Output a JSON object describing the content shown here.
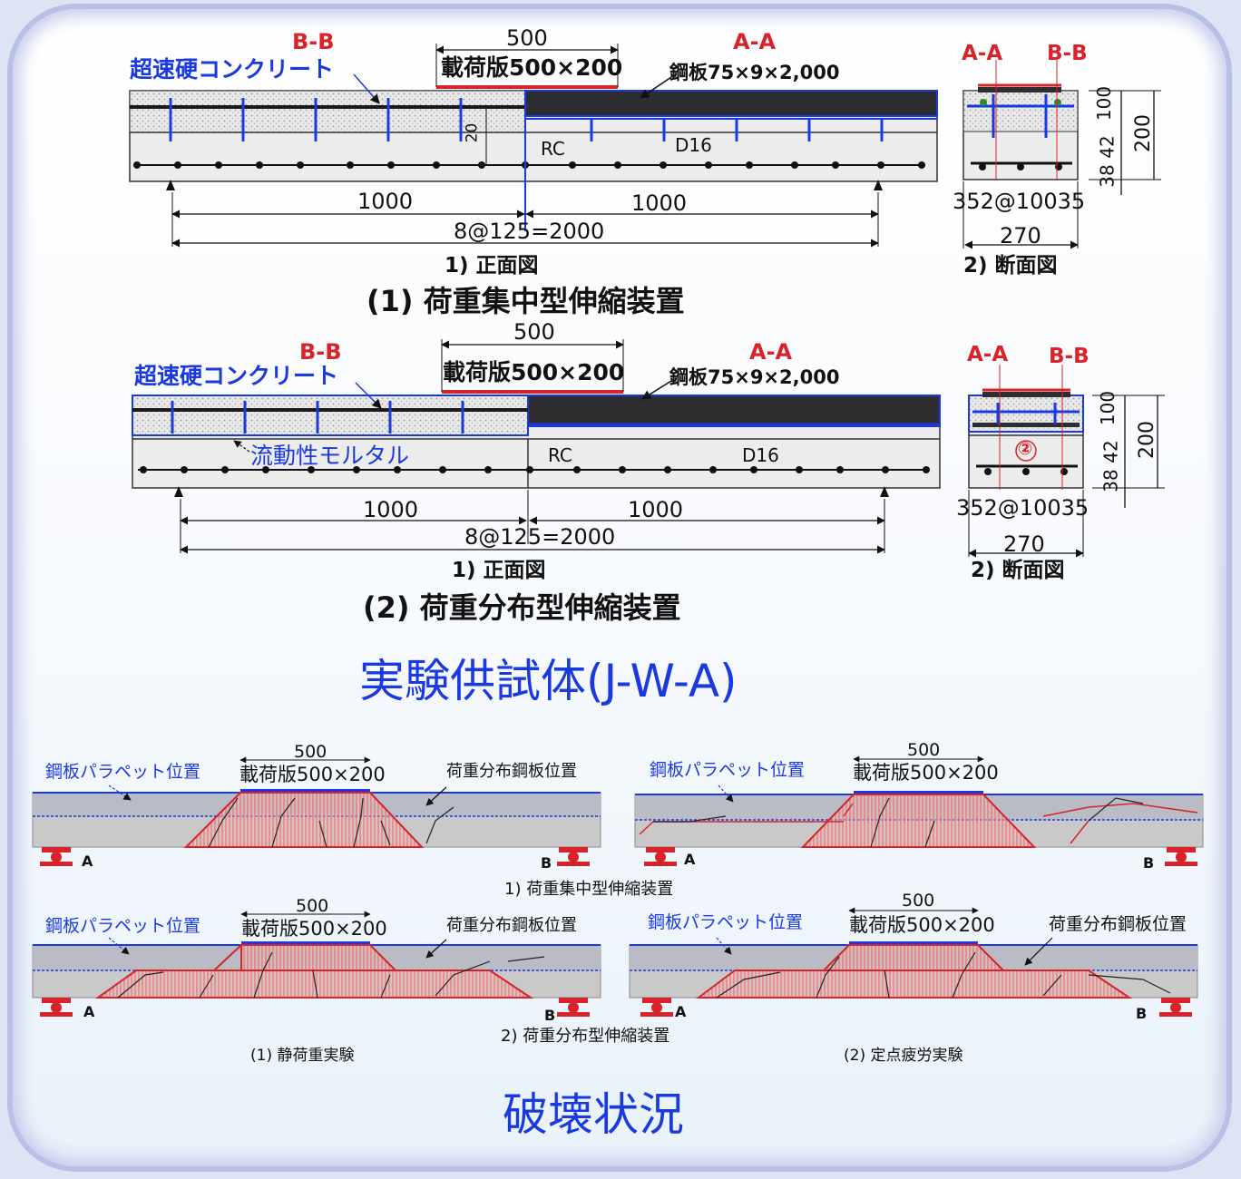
{
  "labels": {
    "bb": "B-B",
    "aa": "A-A",
    "concrete": "超速硬コンクリート",
    "load_plate": "載荷版500×200",
    "steel_plate": "鋼板75×9×2,000",
    "dim500": "500",
    "rc": "RC",
    "d16": "D16",
    "dim20": "20",
    "dim1000": "1000",
    "span": "8@125=2000",
    "front_view": "1) 正面図",
    "section_view": "2) 断面図",
    "sec_100": "100",
    "sec_200": "200",
    "sec_42": "42",
    "sec_38": "38",
    "sec_bottom": "352@10035",
    "sec_270": "270",
    "mortar": "流動性モルタル",
    "circle2": "②"
  },
  "titles": {
    "device1": "(1) 荷重集中型伸縮装置",
    "device2": "(2) 荷重分布型伸縮装置",
    "specimen": "実験供試体(J-W-A)",
    "failure": "破壊状況"
  },
  "photos": {
    "parapet": "鋼板パラペット位置",
    "dist_plate": "荷重分布鋼板位置",
    "dim500": "500",
    "load_plate": "載荷版500×200",
    "support_a": "A",
    "support_b": "B",
    "row1_caption": "1) 荷重集中型伸縮装置",
    "row2_caption": "2) 荷重分布型伸縮装置",
    "static_caption": "(1) 静荷重実験",
    "fatigue_caption": "(2) 定点疲労実験"
  },
  "colors": {
    "accent_blue": "#1a3adf",
    "red": "#d8232a",
    "steel": "#2d2d30"
  }
}
